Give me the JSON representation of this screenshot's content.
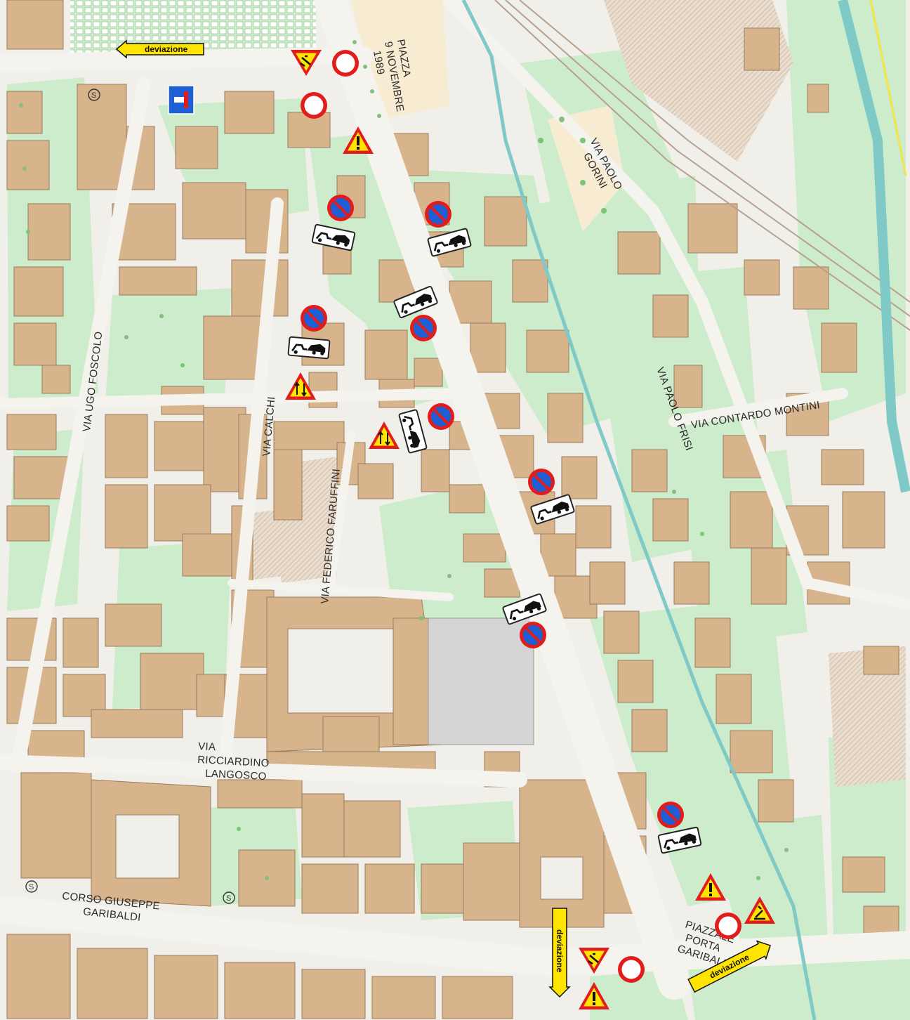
{
  "map": {
    "colors": {
      "background": "#f1efe9",
      "green": "#cdeccb",
      "building": "#d8b48c",
      "building_stroke": "#9a7b5c",
      "road": "#f5f3ee",
      "railway": "#b8a08f",
      "canal": "#7fc9c7",
      "hatch": "#e9ddcf",
      "sign_red": "#e21b1b",
      "sign_blue": "#1f5fd6",
      "sign_yellow": "#ffe400",
      "plaza": "#f7ecd2"
    },
    "labels": {
      "piazza_9_novembre": [
        "PIAZZA",
        "9 NOVEMBRE",
        "1989"
      ],
      "via_paolo_gorini": [
        "VIA PAOLO",
        "GORINI"
      ],
      "via_ugo_foscolo": "VIA UGO FOSCOLO",
      "via_calchi": "VIA CALCHI",
      "via_federico_faruffini": "VIA FEDERICO FARUFFINI",
      "via_paolo_frisi": "VIA PAOLO FRISI",
      "via_contardo_montini": "VIA CONTARDO MONTINI",
      "via_ricciardino_langosco": [
        "VIA",
        "RICCIARDINO",
        "LANGOSCO"
      ],
      "corso_giuseppe_garibaldi": [
        "CORSO GIUSEPPE",
        "GARIBALDI"
      ],
      "piazzale_porta_garibaldi": [
        "PIAZZALE",
        "PORTA",
        "GARIBALDI"
      ]
    },
    "deviation_label": "deviazione",
    "sign_types": {
      "no_parking": "no-parking-icon",
      "tow_away": "tow-away-icon",
      "no_transit": "no-transit-icon",
      "road_works": "road-works-icon",
      "danger": "danger-icon",
      "two_way": "two-way-traffic-icon",
      "dead_end": "dead-end-icon",
      "detour": "detour-arrow-icon",
      "metro": "metro-icon"
    }
  }
}
